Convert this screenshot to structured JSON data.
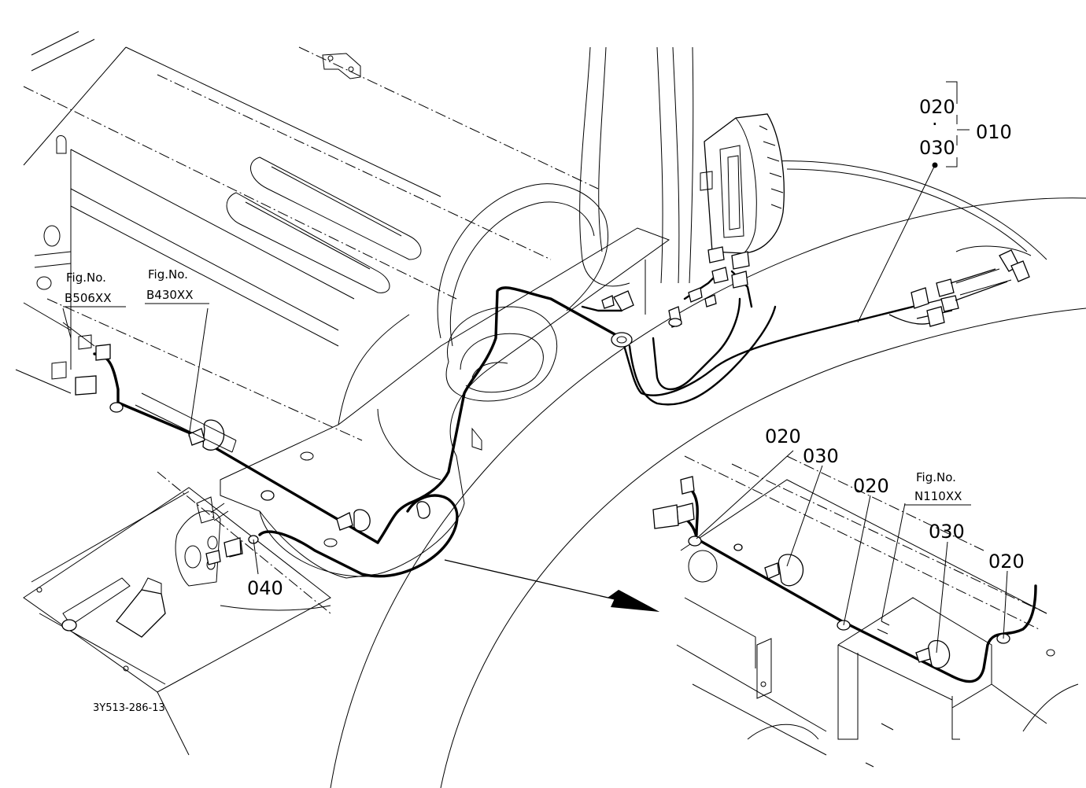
{
  "callouts": {
    "kit_main": "010",
    "kit_top_a": "020",
    "kit_dot": "·",
    "kit_top_b": "030",
    "detail_020_a": "020",
    "detail_030_a": "030",
    "detail_020_b": "020",
    "detail_030_b": "030",
    "detail_020_c": "020",
    "main_040": "040"
  },
  "references": {
    "fig_b506": {
      "label": "Fig.No.",
      "code": "B506XX"
    },
    "fig_b430": {
      "label": "Fig.No.",
      "code": "B430XX"
    },
    "fig_n110": {
      "label": "Fig.No.",
      "code": "N110XX"
    }
  },
  "drawing_code": "3Y513-286-13"
}
